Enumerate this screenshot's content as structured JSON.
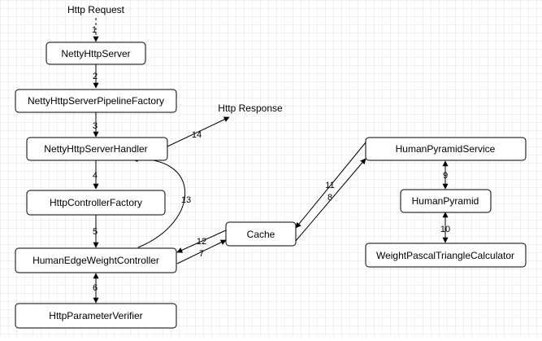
{
  "diagram": {
    "texts": {
      "http_request": "Http Request",
      "http_response": "Http Response"
    },
    "nodes": {
      "netty_http_server": "NettyHttpServer",
      "netty_http_server_pipeline_factory": "NettyHttpServerPipelineFactory",
      "netty_http_server_handler": "NettyHttpServerHandler",
      "http_controller_factory": "HttpControllerFactory",
      "human_edge_weight_controller": "HumanEdgeWeightController",
      "http_parameter_verifier": "HttpParameterVerifier",
      "cache": "Cache",
      "human_pyramid_service": "HumanPyramidService",
      "human_pyramid": "HumanPyramid",
      "weight_pascal_triangle_calculator": "WeightPascalTriangleCalculator"
    },
    "edges": [
      {
        "id": "e1",
        "label": "1",
        "from": "Http Request",
        "to": "NettyHttpServer"
      },
      {
        "id": "e2",
        "label": "2",
        "from": "NettyHttpServer",
        "to": "NettyHttpServerPipelineFactory"
      },
      {
        "id": "e3",
        "label": "3",
        "from": "NettyHttpServerPipelineFactory",
        "to": "NettyHttpServerHandler"
      },
      {
        "id": "e4",
        "label": "4",
        "from": "NettyHttpServerHandler",
        "to": "HttpControllerFactory"
      },
      {
        "id": "e5",
        "label": "5",
        "from": "HttpControllerFactory",
        "to": "HumanEdgeWeightController"
      },
      {
        "id": "e6",
        "label": "6",
        "from": "HumanEdgeWeightController",
        "to": "HttpParameterVerifier"
      },
      {
        "id": "e7",
        "label": "7",
        "from": "HumanEdgeWeightController",
        "to": "Cache"
      },
      {
        "id": "e8",
        "label": "8",
        "from": "Cache",
        "to": "HumanPyramidService"
      },
      {
        "id": "e9",
        "label": "9",
        "from": "HumanPyramidService",
        "to": "HumanPyramid"
      },
      {
        "id": "e10",
        "label": "10",
        "from": "HumanPyramid",
        "to": "WeightPascalTriangleCalculator"
      },
      {
        "id": "e11",
        "label": "11",
        "from": "HumanPyramidService",
        "to": "Cache"
      },
      {
        "id": "e12",
        "label": "12",
        "from": "Cache",
        "to": "HumanEdgeWeightController"
      },
      {
        "id": "e13",
        "label": "13",
        "from": "HumanEdgeWeightController",
        "to": "NettyHttpServerHandler"
      },
      {
        "id": "e14",
        "label": "14",
        "from": "NettyHttpServerHandler",
        "to": "Http Response"
      }
    ]
  }
}
